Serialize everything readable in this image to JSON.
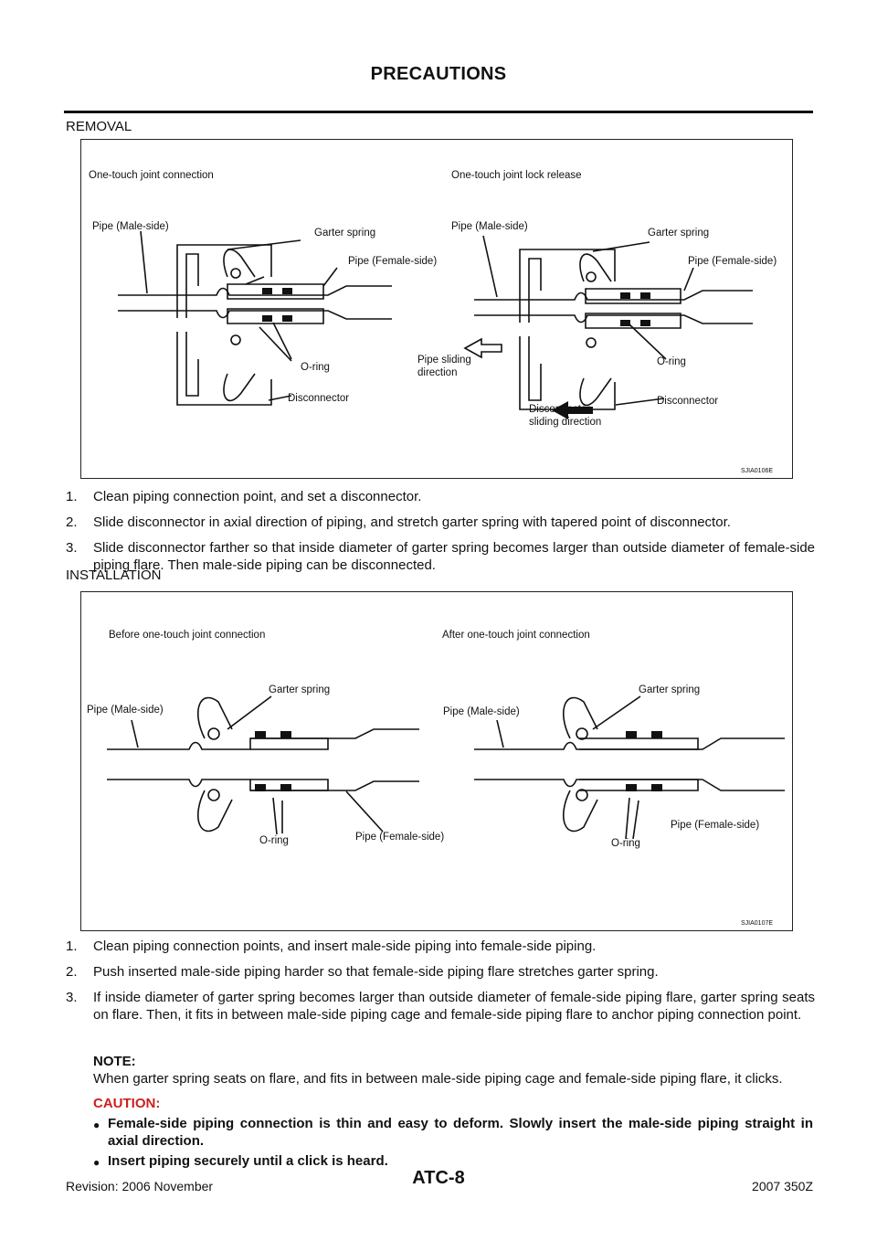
{
  "header": {
    "title": "PRECAUTIONS"
  },
  "removal": {
    "heading": "REMOVAL",
    "figure": {
      "left_title": "One-touch joint connection",
      "right_title": "One-touch joint lock release",
      "pipe_male": "Pipe (Male-side)",
      "garter_spring": "Garter spring",
      "pipe_female": "Pipe (Female-side)",
      "o_ring": "O-ring",
      "disconnector": "Disconnector",
      "pipe_sliding_1": "Pipe sliding",
      "pipe_sliding_2": "direction",
      "disc_sliding_1": "Disconnector",
      "disc_sliding_2": "sliding direction",
      "code": "SJIA0106E"
    },
    "steps": [
      {
        "num": "1.",
        "text": "Clean piping connection point, and set a disconnector."
      },
      {
        "num": "2.",
        "text": "Slide disconnector in axial direction of piping, and stretch garter spring with tapered point of disconnector."
      },
      {
        "num": "3.",
        "text": "Slide disconnector farther so that inside diameter of garter spring becomes larger than outside diameter of female-side piping flare. Then male-side piping can be disconnected."
      }
    ]
  },
  "installation": {
    "heading": "INSTALLATION",
    "figure": {
      "left_title": "Before one-touch joint connection",
      "right_title": "After one-touch joint connection",
      "garter_spring": "Garter spring",
      "pipe_male": "Pipe (Male-side)",
      "o_ring": "O-ring",
      "pipe_female": "Pipe (Female-side)",
      "code": "SJIA0107E"
    },
    "steps": [
      {
        "num": "1.",
        "text": "Clean piping connection points, and insert male-side piping into female-side piping."
      },
      {
        "num": "2.",
        "text": "Push inserted male-side piping harder so that female-side piping flare stretches garter spring."
      },
      {
        "num": "3.",
        "text": "If inside diameter of garter spring becomes larger than outside diameter of female-side piping flare, garter spring seats on flare. Then, it fits in between male-side piping cage and female-side piping flare to anchor piping connection point."
      }
    ],
    "note_label": "NOTE:",
    "note_text": "When garter spring seats on flare, and fits in between male-side piping cage and female-side piping flare, it clicks.",
    "caution_label": "CAUTION:",
    "cautions": [
      "Female-side piping connection is thin and easy to deform. Slowly insert the male-side piping straight in axial direction.",
      "Insert piping securely until a click is heard."
    ]
  },
  "footer": {
    "revision": "Revision: 2006 November",
    "page": "ATC-8",
    "model": "2007 350Z"
  },
  "icons": {
    "bullet": "filled-circle-bullet",
    "arrow": "direction-arrow-icon"
  }
}
